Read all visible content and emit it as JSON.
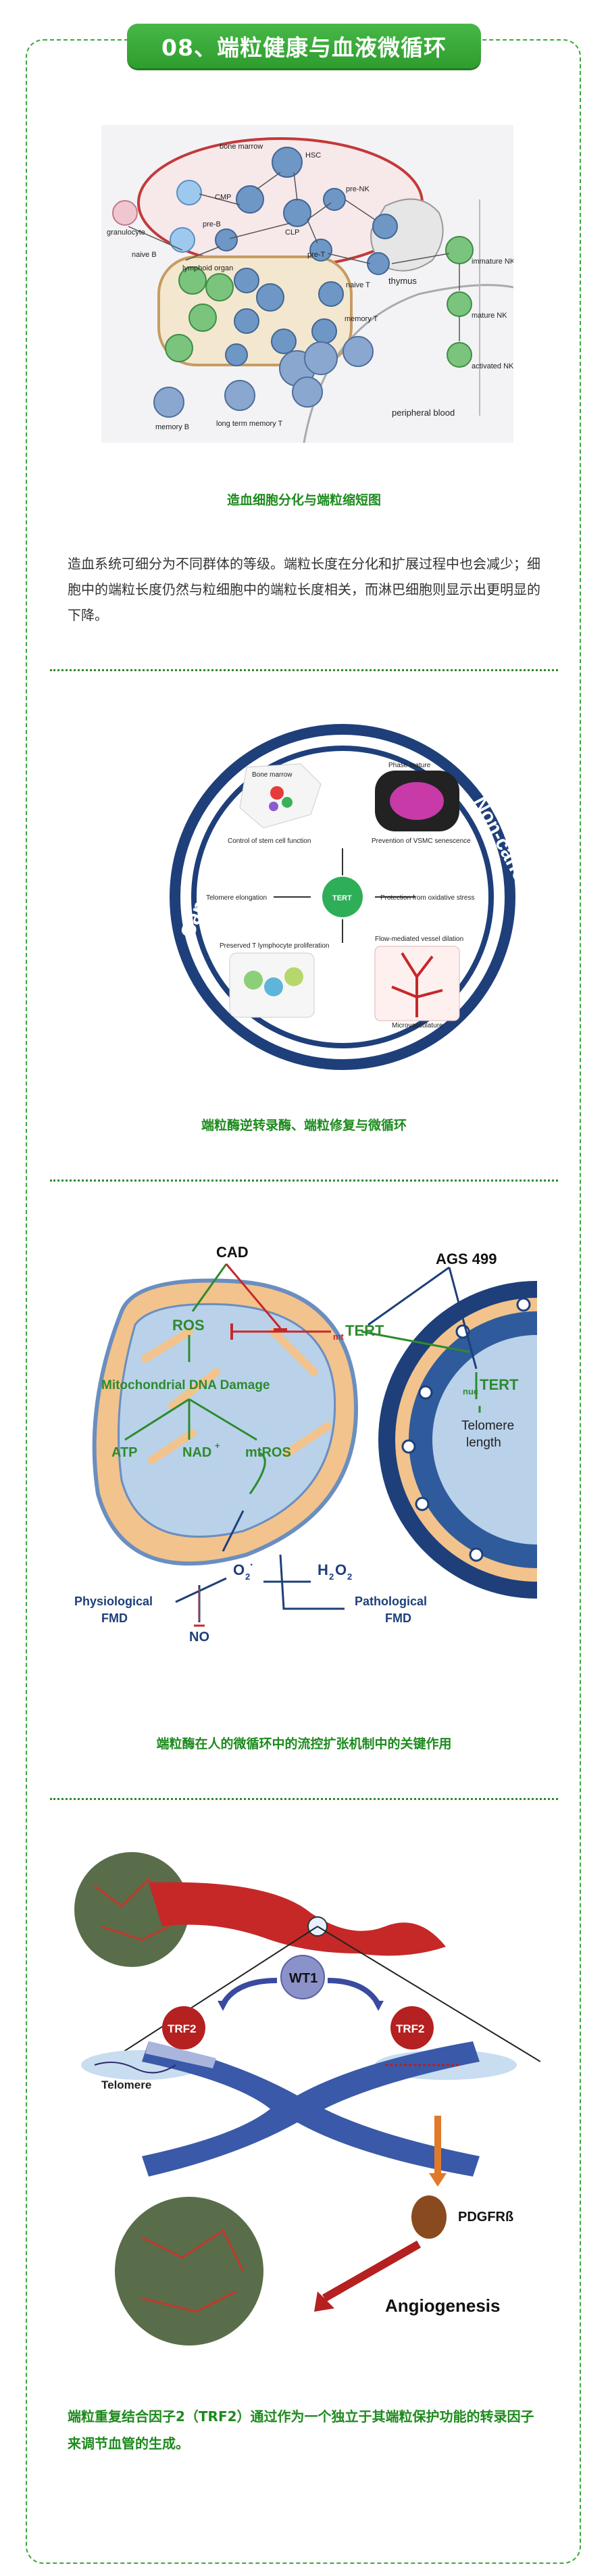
{
  "header": {
    "title": "08、端粒健康与血液微循环"
  },
  "fig1": {
    "labels": {
      "bone_marrow": "bone marrow",
      "hsc": "HSC",
      "cmp": "CMP",
      "clp": "CLP",
      "granulocyte": "granulocyte",
      "pre_nk": "pre-NK",
      "pre_b": "pre-B",
      "pre_t": "pre-T",
      "naive_b": "naive B",
      "lymphoid_organ": "lymphoid organ",
      "naive_t": "naive T",
      "thymus": "thymus",
      "immature_nk": "immature NK",
      "mature_nk": "mature NK",
      "memory_t": "memory T",
      "activated_nk": "activated NK",
      "memory_b": "memory B",
      "long_term_memory_t": "long term memory T",
      "peripheral_blood": "peripheral blood"
    },
    "caption": "造血细胞分化与端粒缩短图",
    "paragraph": "造血系统可细分为不同群体的等级。端粒长度在分化和扩展过程中也会减少；细胞中的端粒长度仍然与粒细胞中的端粒长度相关，而淋巴细胞则显示出更明显的下降。"
  },
  "fig2": {
    "left_arc": "Canonical",
    "right_arc": "Non-canonical",
    "labels": {
      "bone_marrow": "Bone marrow",
      "control_stem": "Control of stem cell function",
      "phase_mature": "Phase mature",
      "prevention_vsmc": "Prevention of VSMC senescence",
      "telomere_elongation": "Telomere elongation",
      "tert": "TERT",
      "protection_stress": "Protection from oxidative stress",
      "preserved_t": "Preserved T lymphocyte proliferation",
      "flow_mediated": "Flow-mediated vessel dilation",
      "microvasculature": "Microvasculature"
    },
    "caption": "端粒酶逆转录酶、端粒修复与微循环"
  },
  "fig3": {
    "labels": {
      "cad": "CAD",
      "ags499": "AGS 499",
      "ros": "ROS",
      "mt_prefix": "mt",
      "tert": "TERT",
      "nuc_prefix": "nuc",
      "mito_damage": "Mitochondrial DNA Damage",
      "atp": "ATP",
      "nad": "NAD",
      "plus": "+",
      "mtros": "mtROS",
      "telomere_length_1": "Telomere",
      "telomere_length_2": "length",
      "o2": "O",
      "o2_sub": "2",
      "o2_sup": "·",
      "h2o2_h": "H",
      "h2o2_2a": "2",
      "h2o2_o": "O",
      "h2o2_2b": "2",
      "physio_1": "Physiological",
      "physio_2": "FMD",
      "no": "NO",
      "patho_1": "Pathological",
      "patho_2": "FMD"
    },
    "caption": "端粒酶在人的微循环中的流控扩张机制中的关键作用"
  },
  "fig4": {
    "labels": {
      "wt1": "WT1",
      "trf2_left": "TRF2",
      "trf2_right": "TRF2",
      "telomere": "Telomere",
      "pdgfrb": "PDGFRß",
      "angiogenesis": "Angiogenesis"
    },
    "caption": "端粒重复结合因子2（TRF2）通过作为一个独立于其端粒保护功能的转录因子来调节血管的生成。"
  },
  "colors": {
    "green": "#3aa83a",
    "caption_green": "#1d8a1d",
    "navy": "#1e3f7a",
    "red": "#b52020"
  }
}
